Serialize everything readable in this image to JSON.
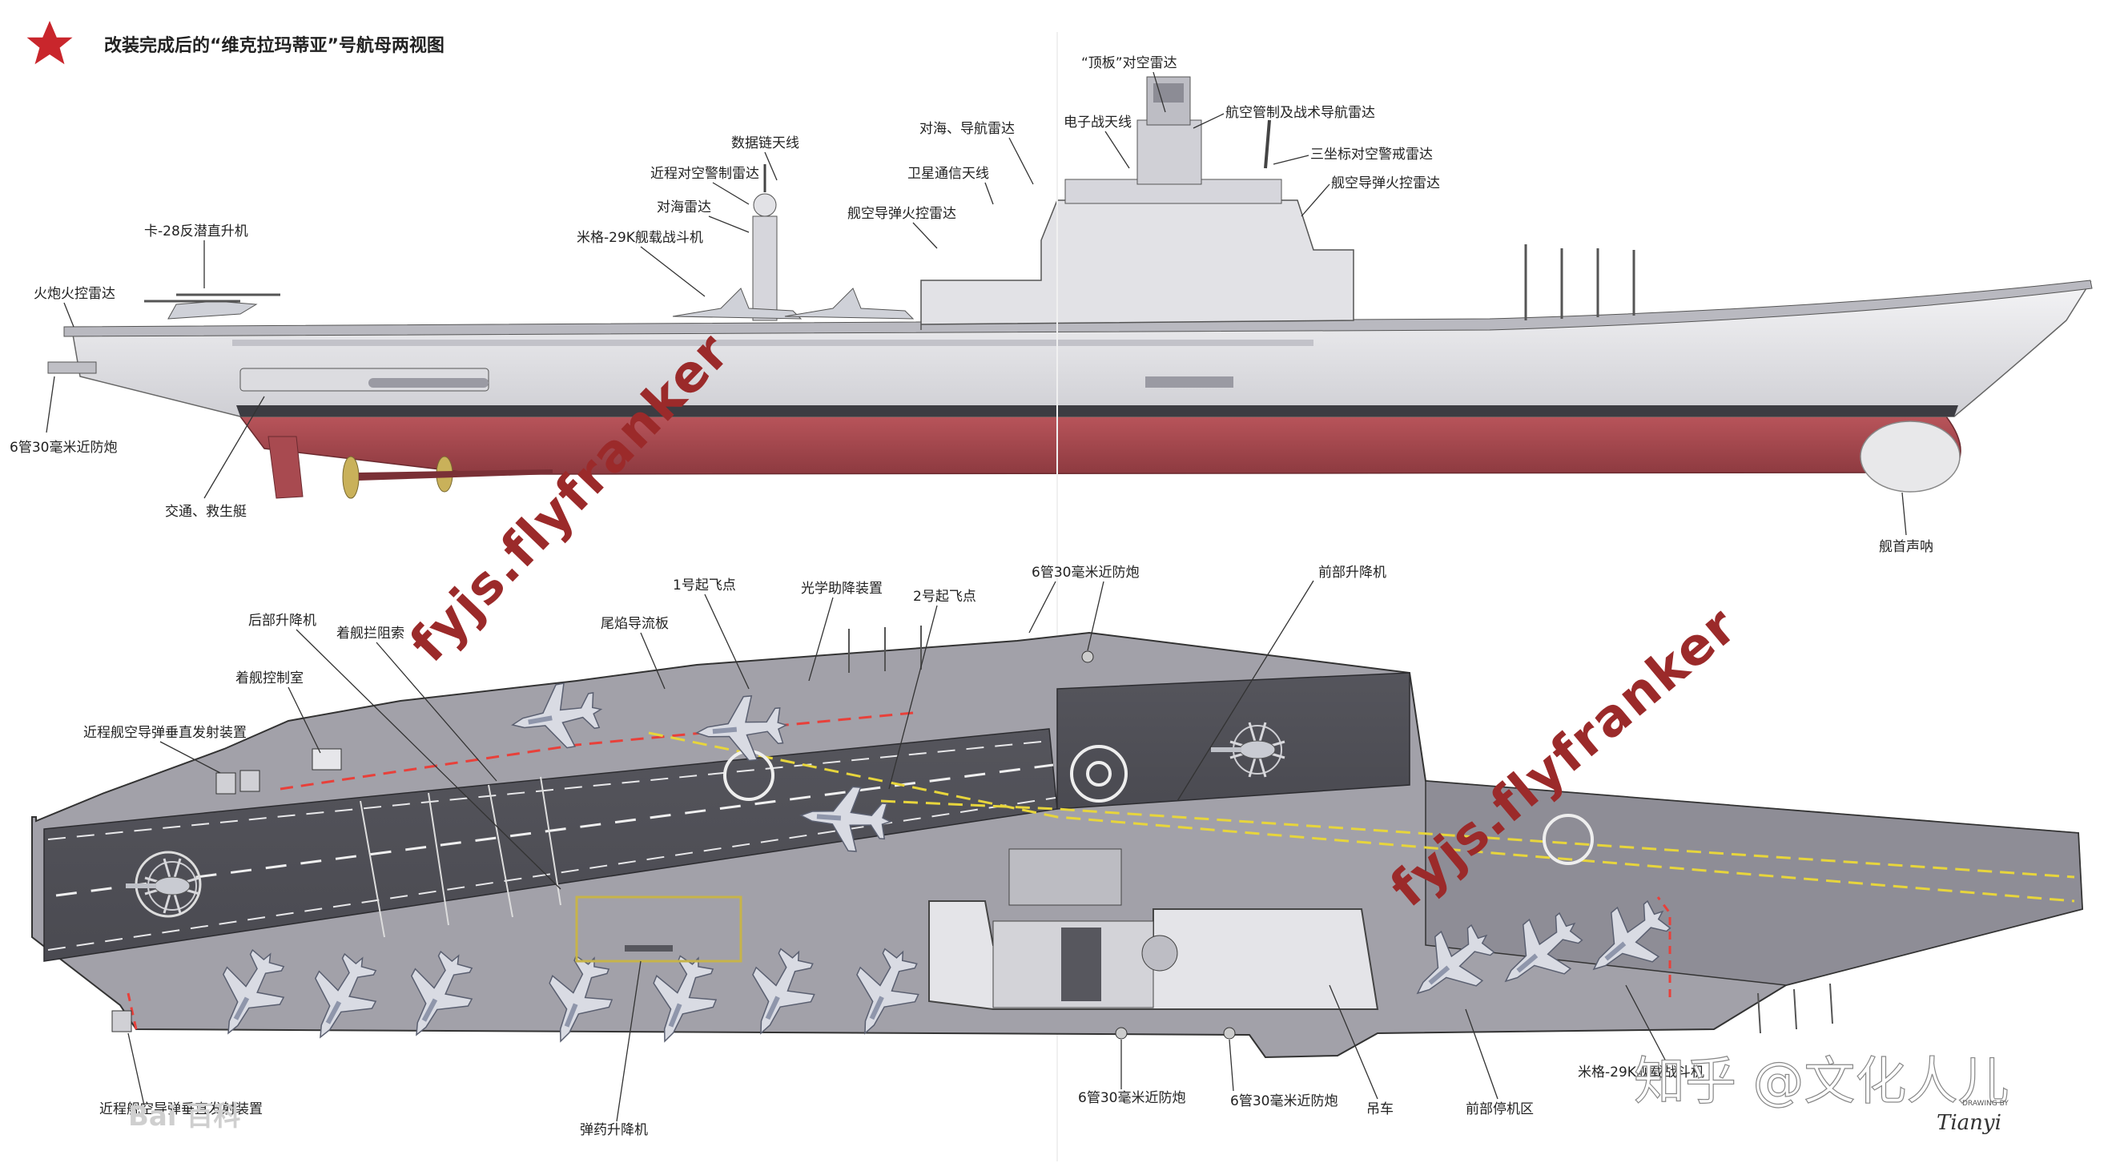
{
  "title": "改装完成后的“维克拉玛蒂亚”号航母两视图",
  "colors": {
    "hull_red": "#a5454c",
    "hull_grey": "#e6e6e8",
    "deck_grey": "#58585f",
    "deck_light": "#9b9aa2",
    "watermark": "#9b2a2a",
    "landing_line": "#e8403a",
    "centerline": "#e7d53c"
  },
  "side_view_labels": {
    "top_radar": "“顶板”对空雷达",
    "air_control_radar": "航空管制及战术导航雷达",
    "ew_antenna": "电子战天线",
    "sea_nav_radar": "对海、导航雷达",
    "datalink_antenna": "数据链天线",
    "short_range_air_radar": "近程对空警制雷达",
    "satcom_antenna": "卫星通信天线",
    "3d_radar": "三坐标对空警戒雷达",
    "missile_fire_radar_right": "舰空导弹火控雷达",
    "sea_radar": "对海雷达",
    "missile_fire_radar": "舰空导弹火控雷达",
    "mig29k": "米格-29K舰载战斗机",
    "ka28": "卡-28反潜直升机",
    "gun_fire_radar": "火炮火控雷达",
    "ciws_6x30": "6管30毫米近防炮",
    "lifeboat": "交通、救生艇",
    "bow_sonar": "舰首声呐"
  },
  "deck_view_labels": {
    "takeoff_1": "1号起飞点",
    "optical_landing": "光学助降装置",
    "takeoff_2": "2号起飞点",
    "ciws_top": "6管30毫米近防炮",
    "front_elevator": "前部升降机",
    "rear_elevator": "后部升降机",
    "arrester_wires": "着舰拦阻索",
    "jet_blast_deflector": "尾焰导流板",
    "landing_control": "着舰控制室",
    "vls": "近程舰空导弹垂直发射装置",
    "vls_bottom": "近程舰空导弹垂直发射装置",
    "ammo_elevator": "弹药升降机",
    "ciws_bottom_1": "6管30毫米近防炮",
    "ciws_bottom_2": "6管30毫米近防炮",
    "crane": "吊车",
    "front_parking": "前部停机区",
    "mig_deck": "米格-29K舰载战斗机"
  },
  "watermarks": {
    "flyfranker_1": "fyjs.flyfranker",
    "flyfranker_2": "fyjs.flyfranker",
    "zhihu": "知乎 @文化人儿",
    "baidu": "Bai 百科",
    "signature": "Tianyi",
    "signature_small": "DRAWING BY"
  }
}
